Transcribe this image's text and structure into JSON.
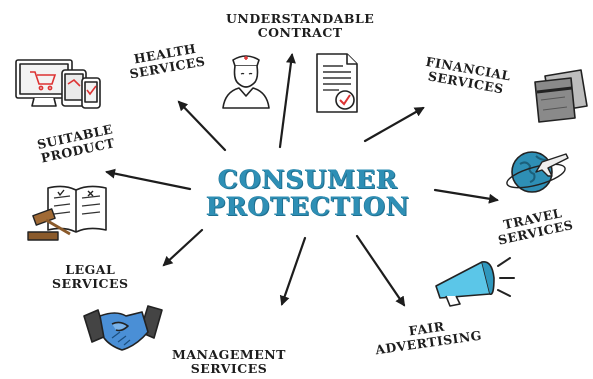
{
  "title": {
    "line1": "CONSUMER",
    "line2": "PROTECTION"
  },
  "nodes": {
    "understandable_contract": {
      "line1": "UNDERSTANDABLE",
      "line2": "CONTRACT"
    },
    "health_services": {
      "line1": "HEALTH",
      "line2": "SERVICES"
    },
    "financial_services": {
      "line1": "FINANCIAL",
      "line2": "SERVICES"
    },
    "suitable_product": {
      "line1": "SUITABLE",
      "line2": "PRODUCT"
    },
    "travel_services": {
      "line1": "TRAVEL",
      "line2": "SERVICES"
    },
    "legal_services": {
      "line1": "LEGAL",
      "line2": "SERVICES"
    },
    "management_services": {
      "line1": "MANAGEMENT",
      "line2": "SERVICES"
    },
    "fair_advertising": {
      "line1": "FAIR",
      "line2": "ADVERTISING"
    }
  },
  "colors": {
    "accent": "#2e8fb5",
    "text": "#1d1d1d",
    "background": "#ffffff"
  },
  "icons": [
    "shopping-cart-devices-icon",
    "nurse-icon",
    "contract-document-icon",
    "credit-cards-icon",
    "law-book-gavel-icon",
    "globe-airplane-icon",
    "handshake-icon",
    "megaphone-icon"
  ]
}
